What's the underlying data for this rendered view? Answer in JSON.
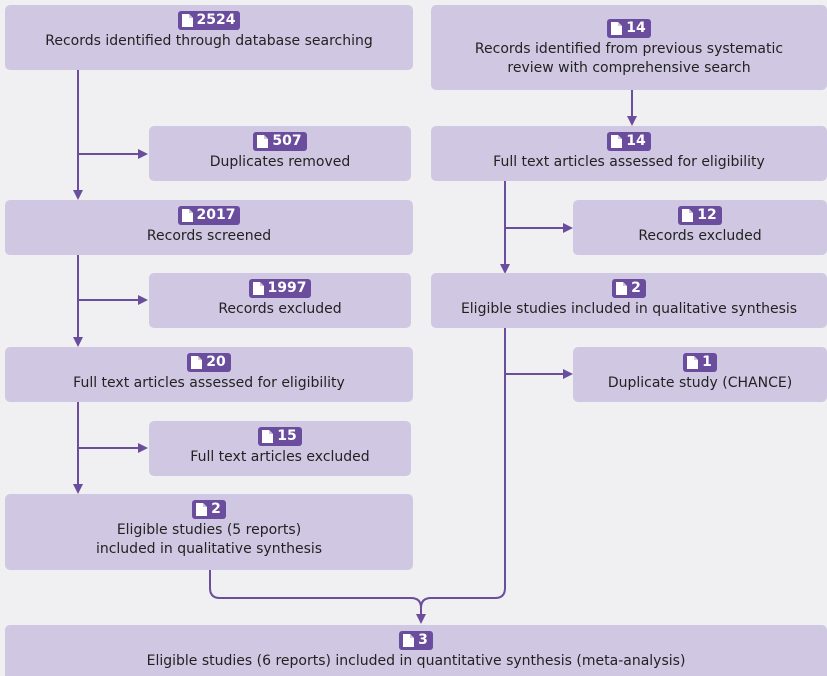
{
  "left": [
    {
      "id": "identified",
      "count": "2524",
      "text": "Records identified through database searching"
    },
    {
      "id": "duplicates",
      "count": "507",
      "text": "Duplicates removed"
    },
    {
      "id": "screened",
      "count": "2017",
      "text": "Records screened"
    },
    {
      "id": "excluded",
      "count": "1997",
      "text": "Records excluded"
    },
    {
      "id": "fulltext",
      "count": "20",
      "text": "Full text articles assessed for eligibility"
    },
    {
      "id": "fulltext-excluded",
      "count": "15",
      "text": "Full text articles excluded"
    },
    {
      "id": "eligible",
      "count": "2",
      "text_line1": "Eligible studies (5 reports)",
      "text_line2": "included in qualitative synthesis"
    }
  ],
  "right": [
    {
      "id": "previous",
      "count": "14",
      "text_line1": "Records identified from previous systematic",
      "text_line2": "review with comprehensive search"
    },
    {
      "id": "fulltext",
      "count": "14",
      "text": "Full text articles assessed for eligibility"
    },
    {
      "id": "excluded",
      "count": "12",
      "text": "Records excluded"
    },
    {
      "id": "eligible",
      "count": "2",
      "text": "Eligible studies included in qualitative synthesis"
    },
    {
      "id": "duplicate",
      "count": "1",
      "text": "Duplicate study (CHANCE)"
    }
  ],
  "final": {
    "count": "3",
    "text": "Eligible studies (6 reports) included in quantitative synthesis (meta-analysis)"
  },
  "colors": {
    "box": "#d0c8e2",
    "badge": "#6a4d9c",
    "arrow": "#6a4d9c",
    "background": "#f0f0f2"
  }
}
